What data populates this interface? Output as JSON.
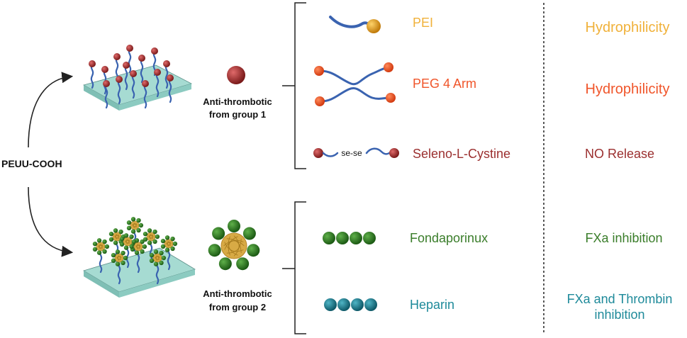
{
  "source_label": "PEUU-COOH",
  "groups": [
    {
      "caption_line1": "Anti-thrombotic",
      "caption_line2": "from group 1",
      "items": [
        {
          "name": "PEI",
          "property": "Hydrophilicity",
          "name_color": "#f0b13a",
          "property_color": "#f0b13a"
        },
        {
          "name": "PEG 4 Arm",
          "property": "Hydrophilicity",
          "name_color": "#f0552a",
          "property_color": "#f0552a"
        },
        {
          "name": "Seleno-L-Cystine",
          "property": "NO Release",
          "name_color": "#9b2f2f",
          "property_color": "#9b2f2f",
          "linker_text": "se-se"
        }
      ]
    },
    {
      "caption_line1": "Anti-thrombotic",
      "caption_line2": "from group 2",
      "items": [
        {
          "name": "Fondaporinux",
          "property": "FXa inhibition",
          "name_color": "#3a7d2a",
          "property_color": "#3a7d2a"
        },
        {
          "name": "Heparin",
          "property_line1": "FXa and Thrombin",
          "property_line2": "inhibition",
          "name_color": "#1e8a9a",
          "property_color": "#1e8a9a"
        }
      ]
    }
  ],
  "colors": {
    "polymer_chain": "#3a63b0",
    "surface": "#a6dbd2",
    "surface_edge": "#5b8f88",
    "red_bead": "#a82c2c",
    "green_bead": "#2f7a21",
    "teal_bead": "#1a7f91",
    "gold": "#d8aa45",
    "orange_bead": "#f0552a",
    "gold_bead": "#e4a020"
  }
}
